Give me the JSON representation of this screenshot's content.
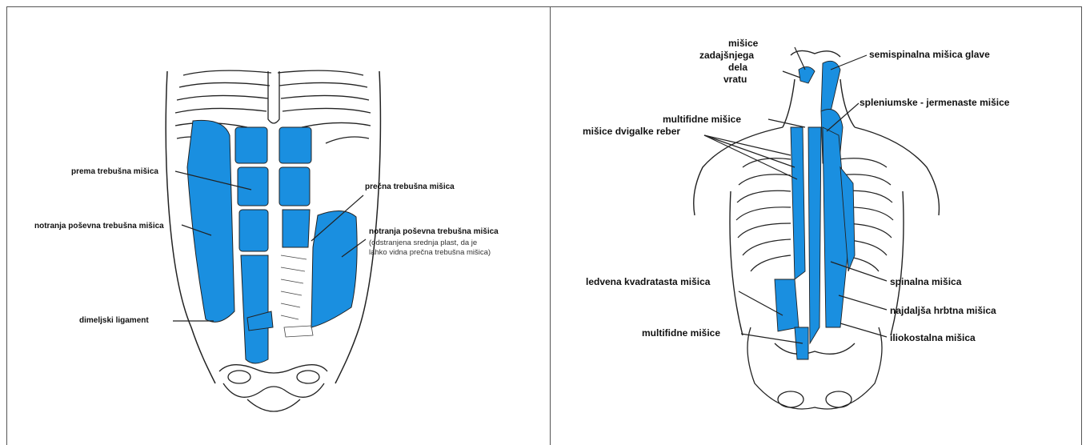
{
  "left_panel": {
    "labels": {
      "rectus": "prema trebušna mišica",
      "internal_oblique": "notranja poševna trebušna mišica",
      "inguinal": "dimeljski ligament",
      "transverse": "prečna trebušna mišica",
      "internal_oblique_right": "notranja poševna trebušna mišica",
      "note_line1": "(odstranjena srednja plast, da je",
      "note_line2": "lahko vidna prečna trebušna mišica)"
    }
  },
  "right_panel": {
    "labels": {
      "suboccipital_1": "mišice",
      "suboccipital_2": "zadajšnjega",
      "suboccipital_3": "dela",
      "suboccipital_4": "vratu",
      "semispinalis": "semispinalna mišica glave",
      "splenius": "spleniumske - jermenaste mišice",
      "multifidus_top": "multifidne mišice",
      "levatores": "mišice dvigalke reber",
      "quadratus": "ledvena kvadratasta mišica",
      "spinalis": "spinalna mišica",
      "longissimus": "najdaljša hrbtna mišica",
      "multifidus_bottom": "multifidne mišice",
      "iliocostalis": "iliokostalna mišica"
    }
  },
  "colors": {
    "muscle": "#1a8fe0",
    "outline": "#222222",
    "border": "#555555"
  }
}
